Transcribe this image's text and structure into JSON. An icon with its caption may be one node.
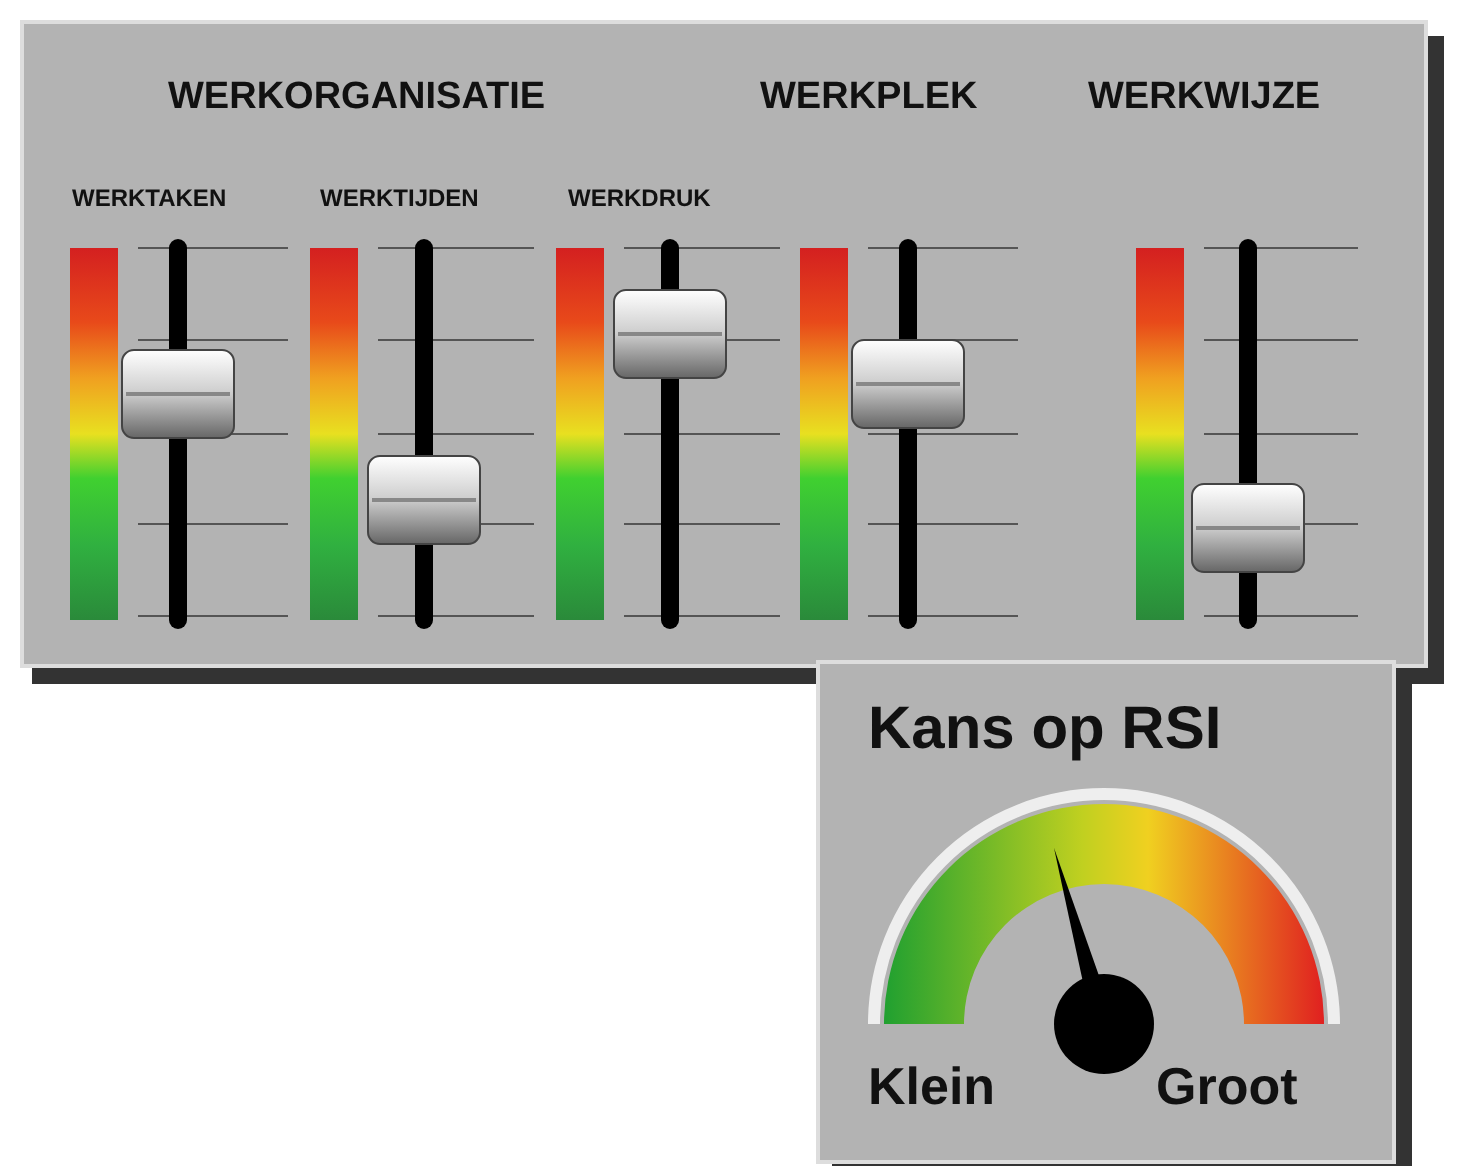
{
  "diagram": {
    "nodes": [
      {
        "text": [
          "WERKORGANISATIE",
          "WERKPLEK",
          "WERKWIJZE",
          "WERKTAKEN",
          "WERKTIJDEN",
          "WERKDRUK"
        ]
      },
      {
        "text": [
          "Kans op RSI",
          "Klein",
          "Groot"
        ]
      }
    ]
  }
}
